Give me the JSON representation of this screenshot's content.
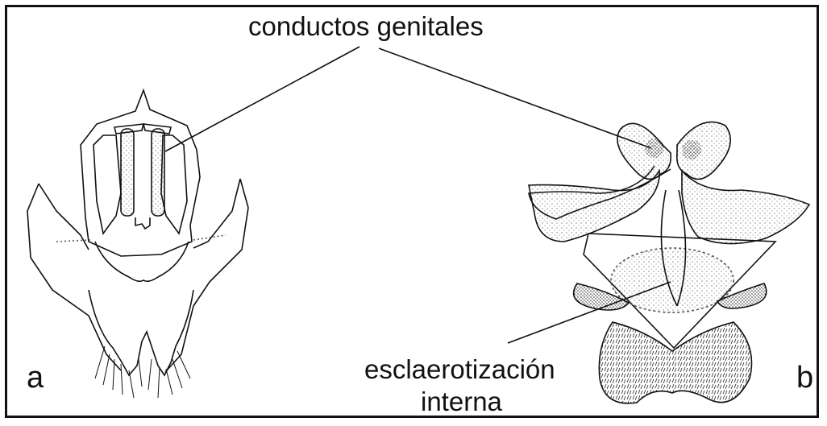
{
  "figure": {
    "title": "conductos genitales",
    "panel_a": "a",
    "panel_b": "b",
    "annotation_line1": "esclaerotización",
    "annotation_line2": "interna"
  },
  "colors": {
    "ink": "#111111",
    "stipple": "#444444",
    "background": "#ffffff"
  }
}
